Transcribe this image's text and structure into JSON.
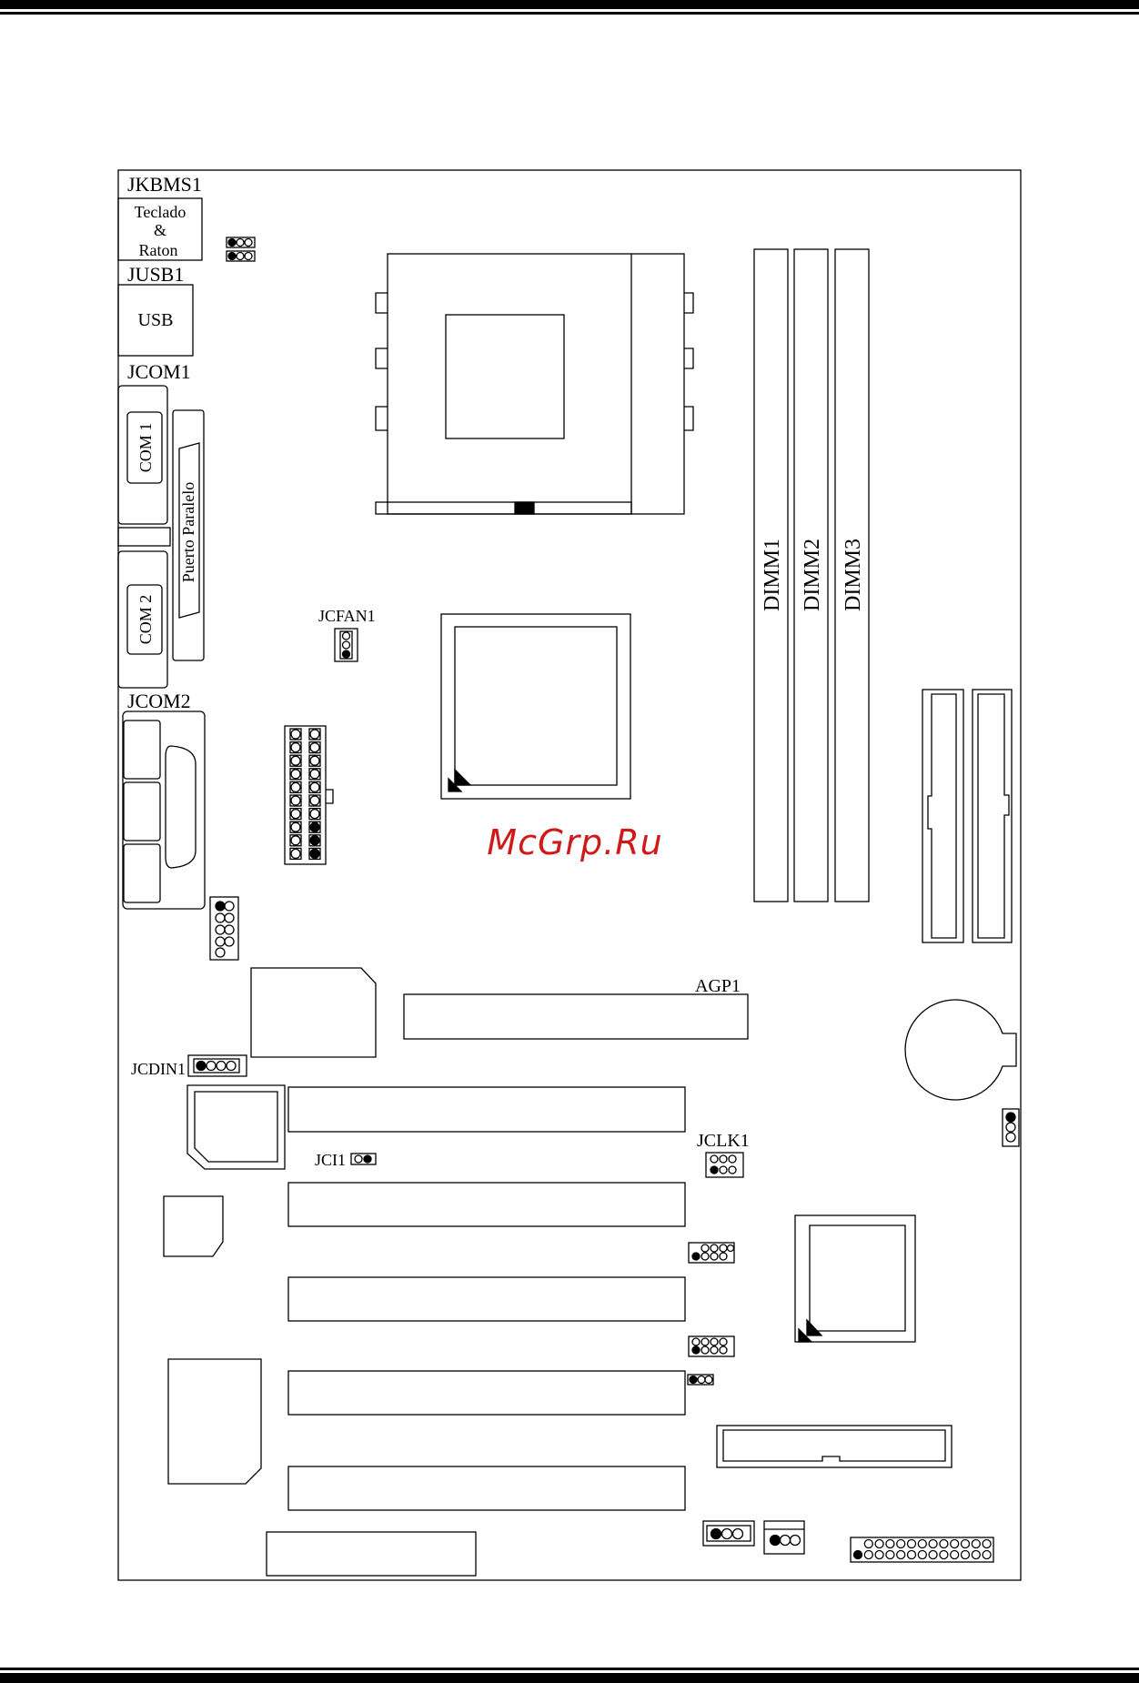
{
  "labels": {
    "jkbms1": "JKBMS1",
    "keyboard_line1": "Teclado",
    "keyboard_line2": "&",
    "keyboard_line3": "Raton",
    "jusb1": "JUSB1",
    "usb": "USB",
    "jcom1": "JCOM1",
    "com1": "COM 1",
    "parallel": "Puerto Paralelo",
    "com2": "COM 2",
    "jcom2": "JCOM2",
    "jcfan1": "JCFAN1",
    "dimm1": "DIMM1",
    "dimm2": "DIMM2",
    "dimm3": "DIMM3",
    "agp1": "AGP1",
    "jcdin1": "JCDIN1",
    "jci1": "JCI1",
    "jclk1": "JCLK1"
  },
  "watermark": "McGrp.Ru",
  "colors": {
    "line": "#000000",
    "background": "#ffffff",
    "watermark": "#d01a1a"
  }
}
